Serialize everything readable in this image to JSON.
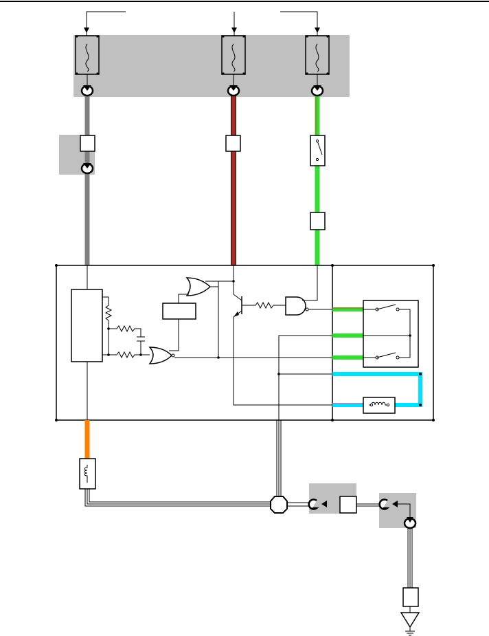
{
  "title": "",
  "colors": {
    "background": "#ffffff",
    "zone_fill": "#c0c0c0",
    "wire_gray": "#808080",
    "wire_red": "#b02a1a",
    "wire_green": "#33dd33",
    "wire_orange": "#ff8000",
    "wire_cyan": "#00e0ff",
    "line": "#000000"
  },
  "legend": [],
  "components": {
    "fuses": [
      "fuse-left",
      "fuse-center",
      "fuse-right"
    ],
    "ecu": "control-unit",
    "relays": [
      "relay-upper",
      "relay-lower"
    ],
    "ground": "ground-symbol"
  }
}
